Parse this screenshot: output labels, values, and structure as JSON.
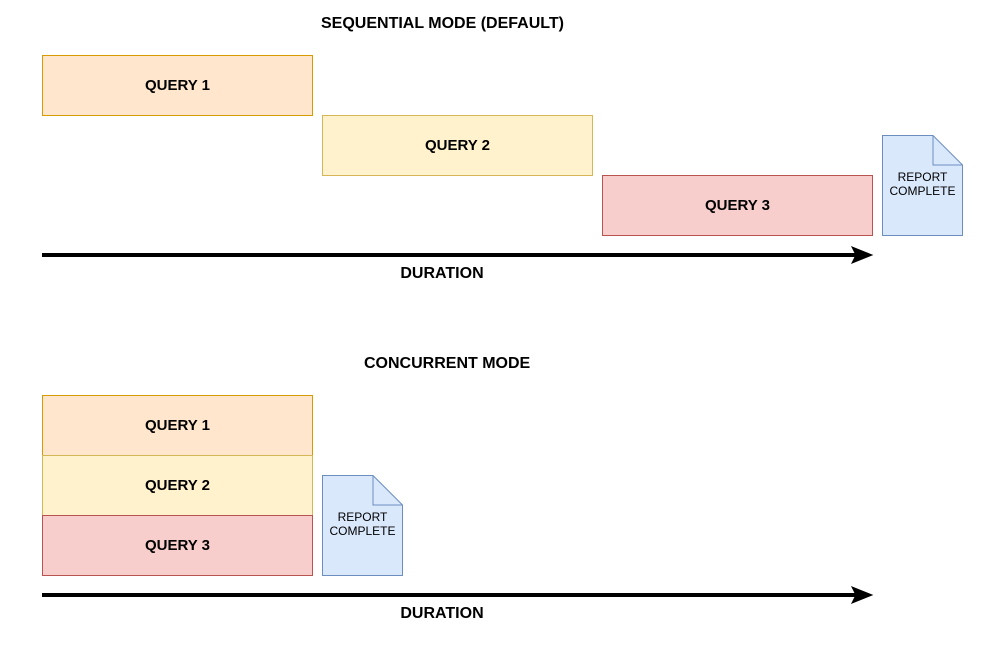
{
  "sequential": {
    "title": "SEQUENTIAL MODE (DEFAULT)",
    "queries": [
      "QUERY 1",
      "QUERY 2",
      "QUERY 3"
    ],
    "report_label": "REPORT\nCOMPLETE",
    "axis_label": "DURATION"
  },
  "concurrent": {
    "title": "CONCURRENT MODE",
    "queries": [
      "QUERY 1",
      "QUERY 2",
      "QUERY 3"
    ],
    "report_label": "REPORT\nCOMPLETE",
    "axis_label": "DURATION"
  },
  "colors": {
    "query1_fill": "#ffe6cc",
    "query1_stroke": "#d79b00",
    "query2_fill": "#fff2cc",
    "query2_stroke": "#d6b656",
    "query3_fill": "#f8cecc",
    "query3_stroke": "#b85450",
    "report_fill": "#dae8fc",
    "report_stroke": "#6c8ebf",
    "arrow": "#000000"
  },
  "icons": {
    "report": "document-icon",
    "axis": "arrow-right-icon"
  }
}
